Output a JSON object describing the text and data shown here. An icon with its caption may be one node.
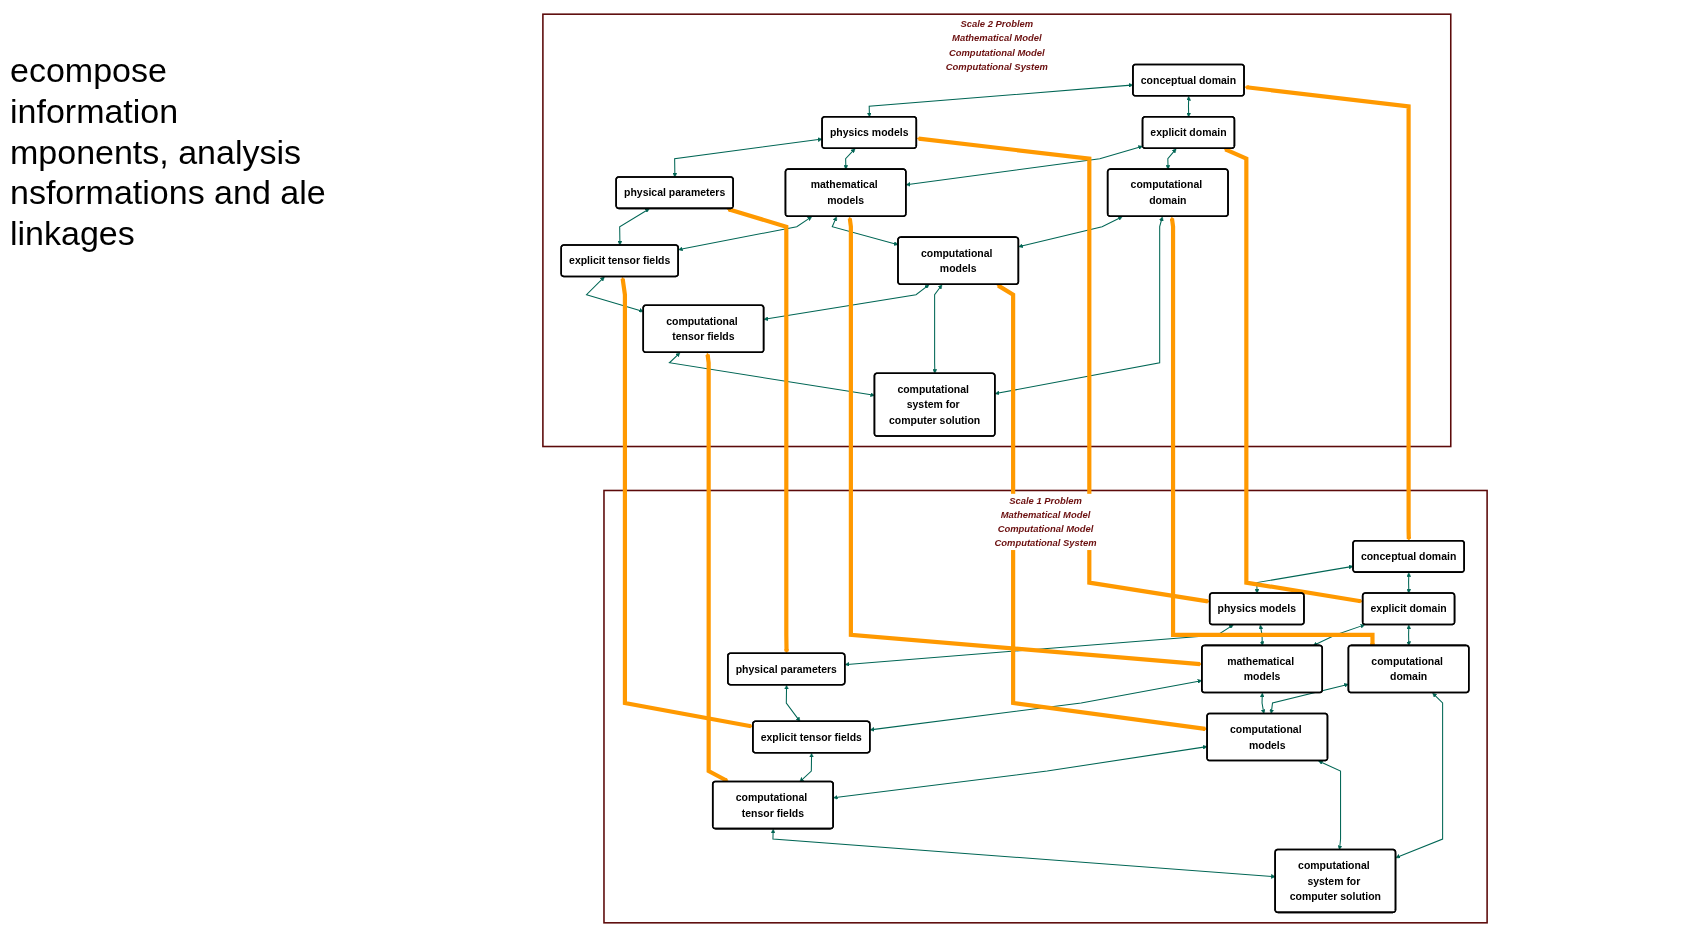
{
  "diagram": {
    "nodes": [
      {
        "text": [
          "Scale 2 Problem",
          "Mathematical Model",
          "Computational Model",
          "Computational System"
        ]
      },
      {
        "text": [
          "conceptual domain"
        ],
        "in": 0
      },
      {
        "text": [
          "physics models"
        ],
        "in": 0
      },
      {
        "text": [
          "physical parameters"
        ],
        "in": 0
      },
      {
        "text": [
          "explicit domain"
        ],
        "in": 0
      },
      {
        "text": [
          "mathematical models"
        ],
        "in": 0
      },
      {
        "text": [
          "explicit tensor fields"
        ],
        "in": 0
      },
      {
        "text": [
          "computational domain"
        ],
        "in": 0
      },
      {
        "text": [
          "computational models"
        ],
        "in": 0
      },
      {
        "text": [
          "computational tensor fields"
        ],
        "in": 0
      },
      {
        "text": [
          "computational system for computer solution"
        ],
        "in": 0
      },
      {
        "text": [
          "Scale 1 Problem",
          "Mathematical Model",
          "Computational Model",
          "Computational System"
        ]
      },
      {
        "text": [
          "conceptual domain"
        ],
        "in": 11
      },
      {
        "text": [
          "physics models"
        ],
        "in": 11
      },
      {
        "text": [
          "physical parameters"
        ],
        "in": 11
      },
      {
        "text": [
          "explicit domain"
        ],
        "in": 11
      },
      {
        "text": [
          "mathematical models"
        ],
        "in": 11
      },
      {
        "text": [
          "explicit tensor fields"
        ],
        "in": 11
      },
      {
        "text": [
          "computational domain"
        ],
        "in": 11
      },
      {
        "text": [
          "computational models"
        ],
        "in": 11
      },
      {
        "text": [
          "computational tensor fields"
        ],
        "in": 11
      },
      {
        "text": [
          "computational system for computer solution"
        ],
        "in": 11
      }
    ],
    "edges": [
      {
        "from": 1,
        "to": 2,
        "arrow": "both"
      },
      {
        "from": 2,
        "to": 3,
        "arrow": "both"
      },
      {
        "from": 1,
        "to": 4,
        "arrow": "both"
      },
      {
        "from": 2,
        "to": 5,
        "arrow": "both"
      },
      {
        "from": 3,
        "to": 6,
        "arrow": "both"
      },
      {
        "from": 4,
        "to": 5,
        "arrow": "both"
      },
      {
        "from": 5,
        "to": 6,
        "arrow": "both"
      },
      {
        "from": 4,
        "to": 7,
        "arrow": "both"
      },
      {
        "from": 5,
        "to": 8,
        "arrow": "both"
      },
      {
        "from": 6,
        "to": 9,
        "arrow": "both"
      },
      {
        "from": 7,
        "to": 8,
        "arrow": "both"
      },
      {
        "from": 8,
        "to": 9,
        "arrow": "both"
      },
      {
        "from": 7,
        "to": 10,
        "arrow": "both"
      },
      {
        "from": 8,
        "to": 10,
        "arrow": "both"
      },
      {
        "from": 9,
        "to": 10,
        "arrow": "both"
      },
      {
        "from": 12,
        "to": 13,
        "arrow": "both"
      },
      {
        "from": 13,
        "to": 14,
        "arrow": "both"
      },
      {
        "from": 12,
        "to": 15,
        "arrow": "both"
      },
      {
        "from": 13,
        "to": 16,
        "arrow": "both"
      },
      {
        "from": 14,
        "to": 17,
        "arrow": "both"
      },
      {
        "from": 15,
        "to": 16,
        "arrow": "both"
      },
      {
        "from": 16,
        "to": 17,
        "arrow": "both"
      },
      {
        "from": 15,
        "to": 18,
        "arrow": "both"
      },
      {
        "from": 16,
        "to": 19,
        "arrow": "both"
      },
      {
        "from": 17,
        "to": 20,
        "arrow": "both"
      },
      {
        "from": 18,
        "to": 19,
        "arrow": "both"
      },
      {
        "from": 19,
        "to": 20,
        "arrow": "both"
      },
      {
        "from": 18,
        "to": 21,
        "arrow": "both"
      },
      {
        "from": 19,
        "to": 21,
        "arrow": "both"
      },
      {
        "from": 20,
        "to": 21,
        "arrow": "both"
      },
      {
        "from": 1,
        "to": 12,
        "arrow": "both",
        "style": "thick",
        "color": "#ff9900"
      },
      {
        "from": 2,
        "to": 13,
        "arrow": "both",
        "style": "thick",
        "color": "#ff9900"
      },
      {
        "from": 3,
        "to": 14,
        "arrow": "both",
        "style": "thick",
        "color": "#ff9900"
      },
      {
        "from": 4,
        "to": 15,
        "arrow": "both",
        "style": "thick",
        "color": "#ff9900"
      },
      {
        "from": 5,
        "to": 16,
        "arrow": "both",
        "style": "thick",
        "color": "#ff9900"
      },
      {
        "from": 6,
        "to": 17,
        "arrow": "both",
        "style": "thick",
        "color": "#ff9900"
      },
      {
        "from": 7,
        "to": 18,
        "arrow": "both",
        "style": "thick",
        "color": "#ff9900"
      },
      {
        "from": 8,
        "to": 19,
        "arrow": "both",
        "style": "thick",
        "color": "#ff9900"
      },
      {
        "from": 9,
        "to": 20,
        "arrow": "both",
        "style": "thick",
        "color": "#ff9900"
      }
    ],
    "labels": [
      "ecompose information mponents, analysis nsformations and ale linkages"
    ]
  }
}
